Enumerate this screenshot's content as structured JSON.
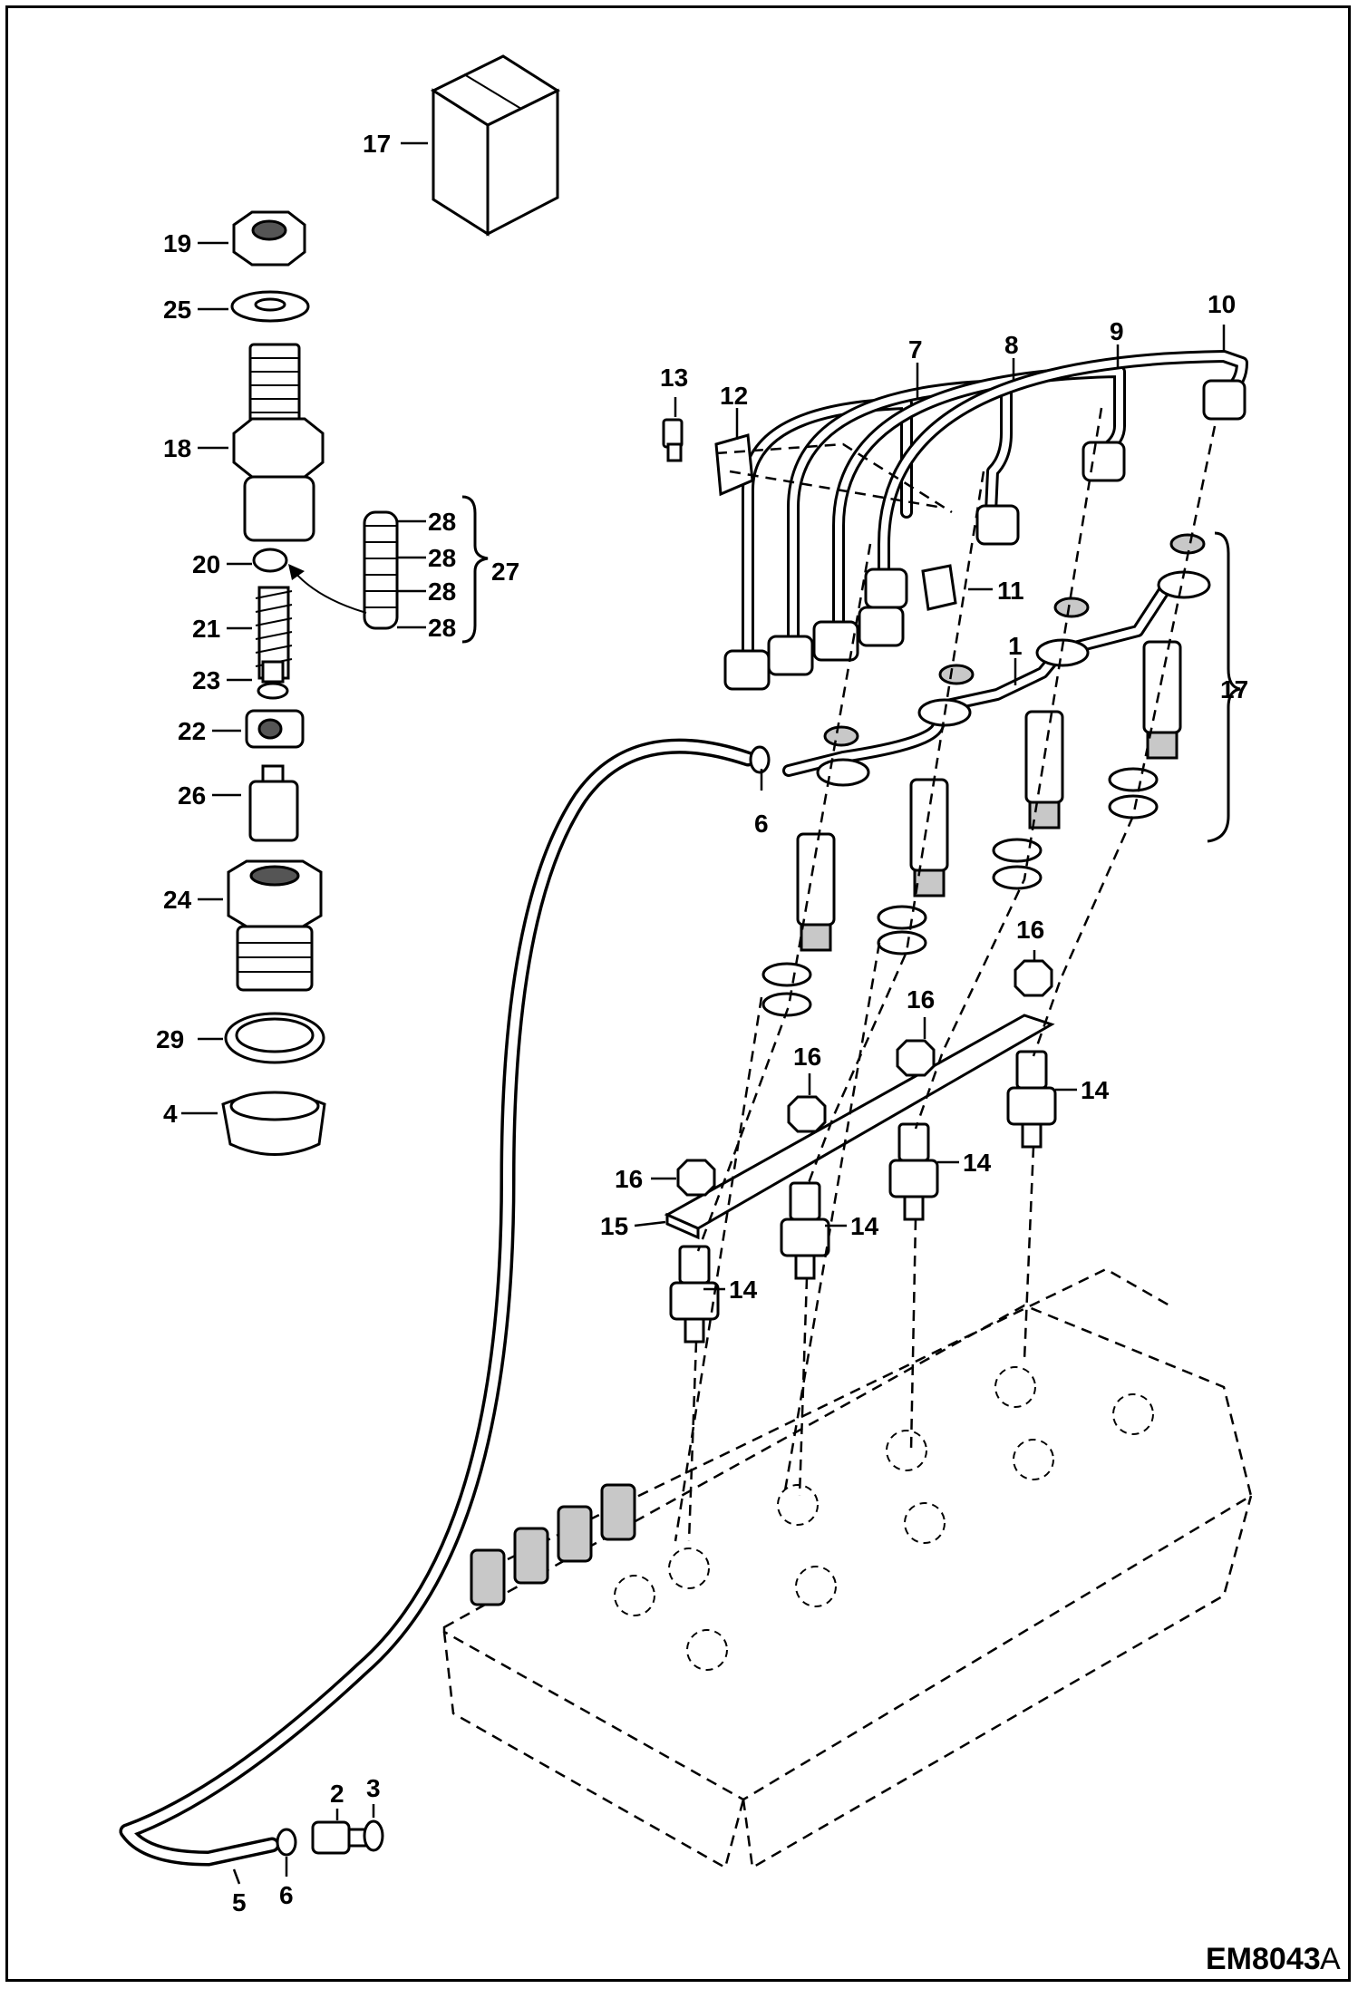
{
  "callouts": {
    "c1": "1",
    "c2": "2",
    "c3": "3",
    "c4": "4",
    "c5": "5",
    "c6a": "6",
    "c6b": "6",
    "c7": "7",
    "c8": "8",
    "c9": "9",
    "c10": "10",
    "c11": "11",
    "c12": "12",
    "c13": "13",
    "c14a": "14",
    "c14b": "14",
    "c14c": "14",
    "c14d": "14",
    "c15": "15",
    "c16a": "16",
    "c16b": "16",
    "c16c": "16",
    "c16d": "16",
    "c17a": "17",
    "c17b": "17",
    "c18": "18",
    "c19": "19",
    "c20": "20",
    "c21": "21",
    "c22": "22",
    "c23": "23",
    "c24": "24",
    "c25": "25",
    "c26": "26",
    "c27": "27",
    "c28a": "28",
    "c28b": "28",
    "c28c": "28",
    "c28d": "28",
    "c29": "29"
  },
  "drawing_code": "EM8043",
  "drawing_revision": "A"
}
